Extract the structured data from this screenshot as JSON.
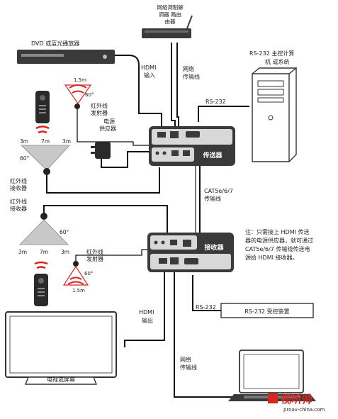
{
  "labels": {
    "router_l1": "网络调制解",
    "router_l2": "调器 路由",
    "router_l3": "由器",
    "dvd": "DVD 或蓝光播放器",
    "hdmi_in_1": "HDMI",
    "hdmi_in_2": "输入",
    "net_top_1": "网络",
    "net_top_2": "传输线",
    "pc_1": "RS-232 主控计算",
    "pc_2": "机 或系统",
    "rs232_top": "RS-232",
    "ir_tx_top_1": "红外线",
    "ir_tx_top_2": "发射器",
    "dist_top": "1.5m",
    "angle_top": "60°",
    "psu_1": "电源",
    "psu_2": "供应器",
    "transmitter": "传送器",
    "m3a": "3m",
    "m7a": "7m",
    "m3b": "3m",
    "angle_mid_a": "60°",
    "ir_rx_a_1": "红外线",
    "ir_rx_a_2": "接收器",
    "cat_1": "CAT5e/6/7",
    "cat_2": "传输线",
    "ir_rx_b_1": "红外线",
    "ir_rx_b_2": "接收器",
    "angle_mid_b": "60°",
    "m3c": "3m",
    "m7b": "7m",
    "m3d": "3m",
    "receiver": "接收器",
    "note_1": "注：只需接上 HDMI 传送",
    "note_2": "器的电源供应器，就可通过",
    "note_3": "CAT5e/6/7 传输线传送电",
    "note_4": "源给 HDMI 接收器。",
    "ir_tx_bot_1": "红外线",
    "ir_tx_bot_2": "发射器",
    "angle_bot": "60°",
    "dist_bot": "1.5m",
    "hdmi_out_1": "HDMI",
    "hdmi_out_2": "输出",
    "rs232_bot": "RS-232",
    "rs232_dev": "RS-232 受控装置",
    "tv": "电视或屏幕",
    "net_bot_1": "网络",
    "net_bot_2": "传输线",
    "wm_cn": "视听帅",
    "wm_url": "proav-china.com"
  },
  "colors": {
    "device": "#3a3a3a",
    "device_face": "#d8d8d8",
    "ir_red": "#d9251d",
    "ir_cone": "#c8c8c8"
  },
  "icons": {
    "router": "router-icon",
    "dvd": "dvd-player-icon",
    "pc": "desktop-computer-icon",
    "laptop": "laptop-icon",
    "tv": "tv-monitor-icon",
    "remote": "remote-control-icon",
    "psu": "power-adapter-icon"
  }
}
